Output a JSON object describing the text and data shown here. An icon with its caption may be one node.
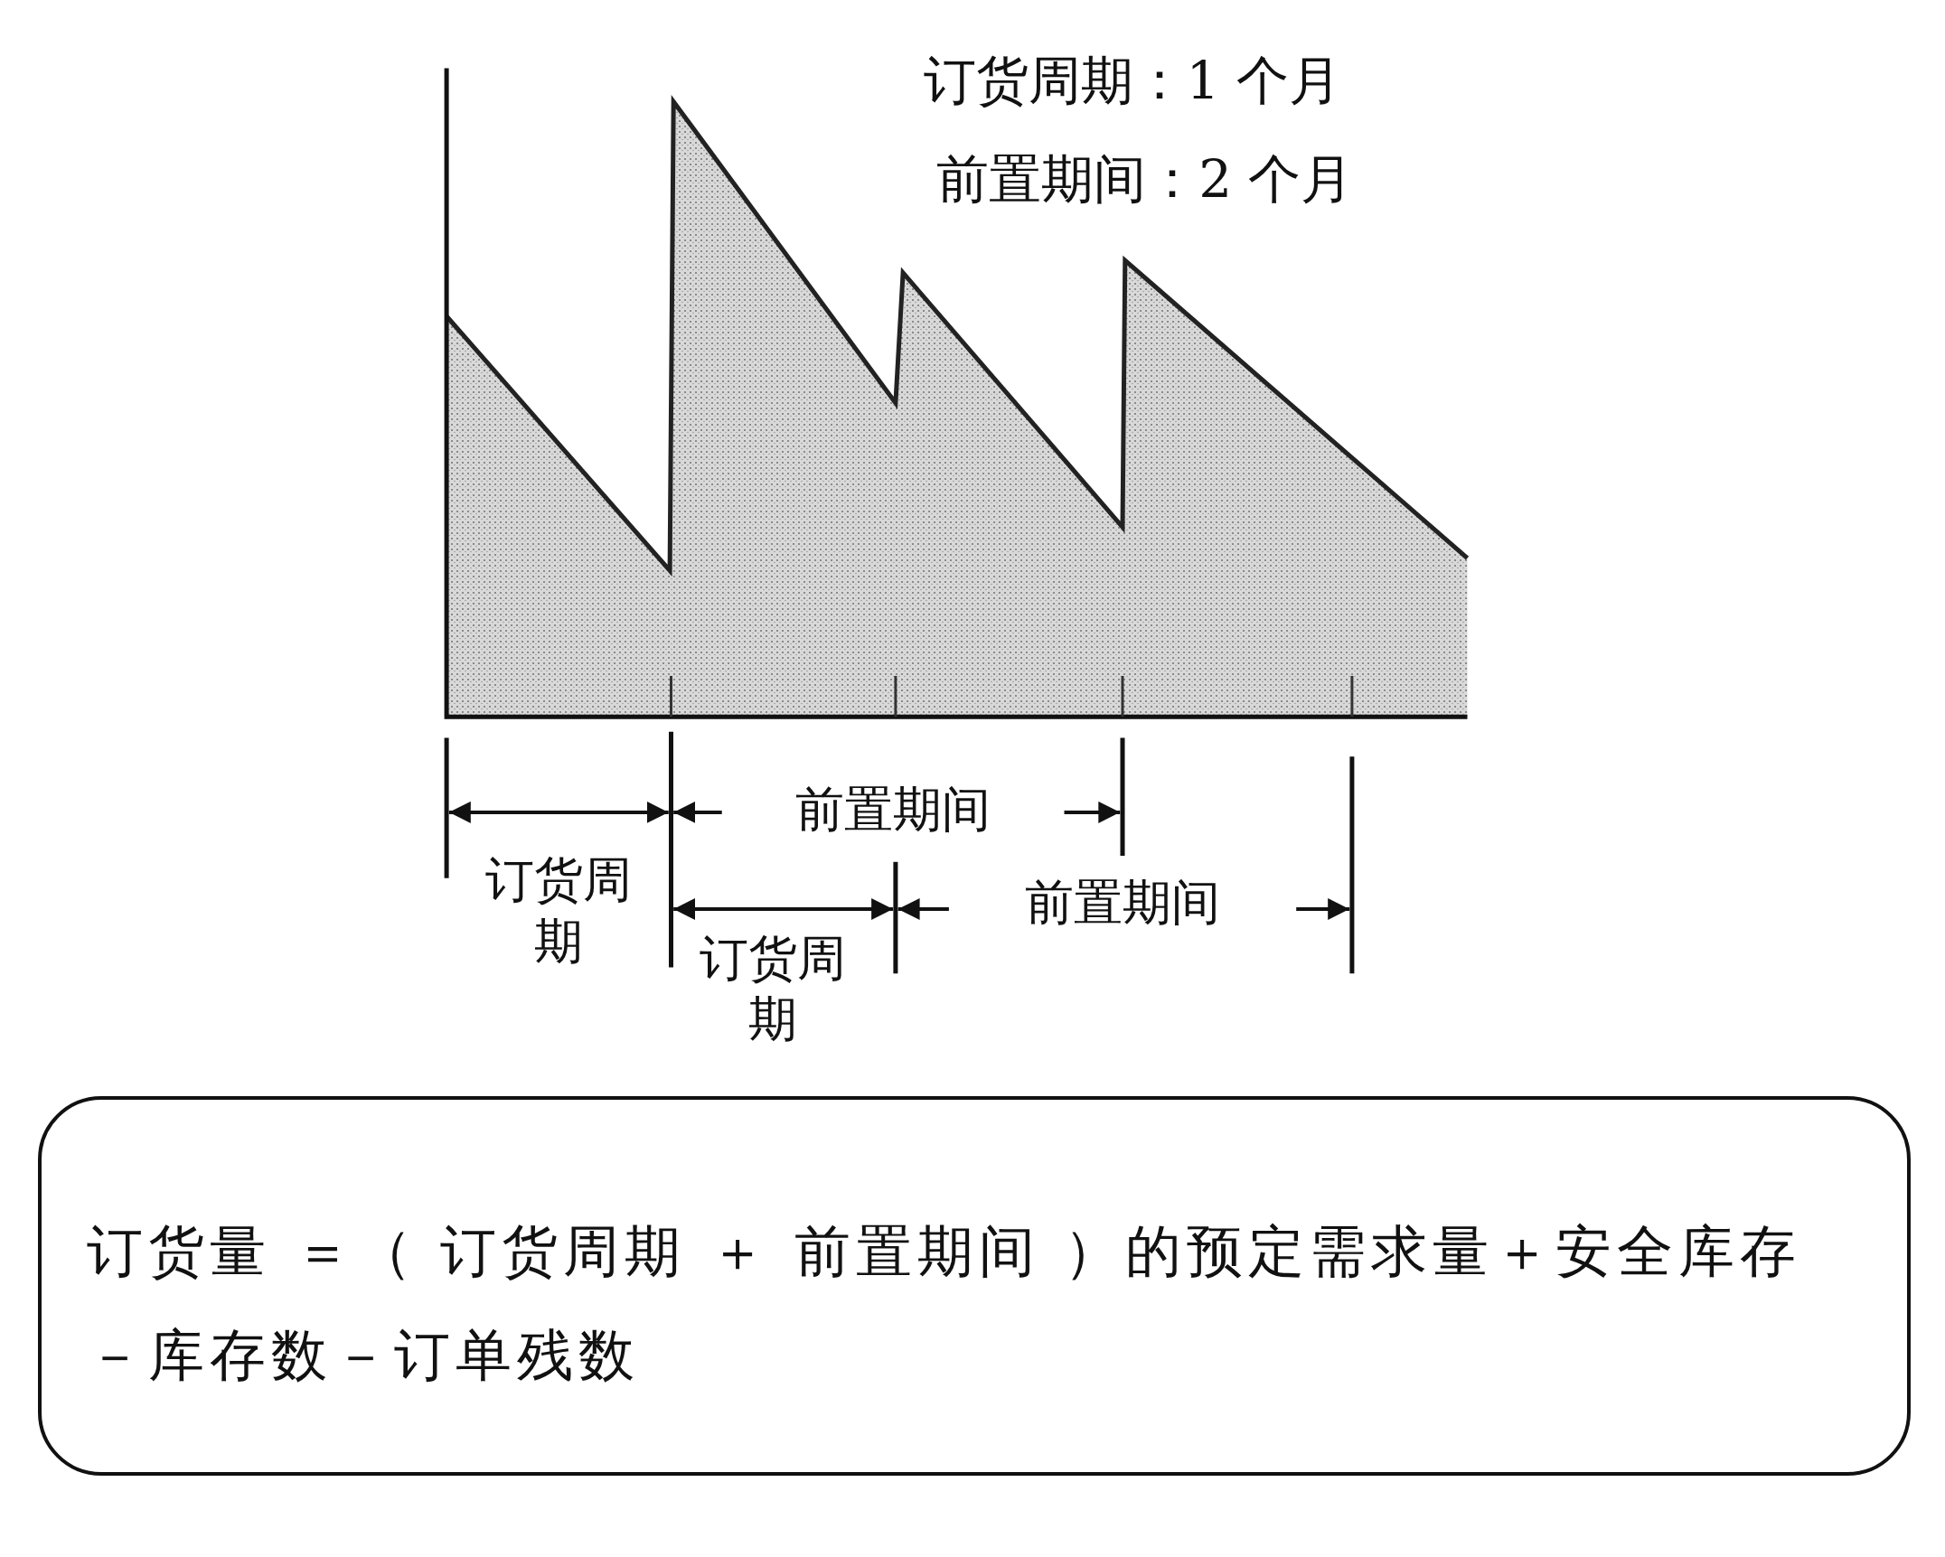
{
  "diagram": {
    "nodes": [
      {
        "text": [
          "订货量 ＝（ 订货周期 ＋ 前置期间 ）的预定需求量＋安全库存－库存数－订单残数"
        ]
      }
    ],
    "labels": [
      "订货周期：1 个月",
      "前置期间：2 个月",
      "前置期间",
      "订货周期",
      "前置期间",
      "订货周期"
    ]
  }
}
